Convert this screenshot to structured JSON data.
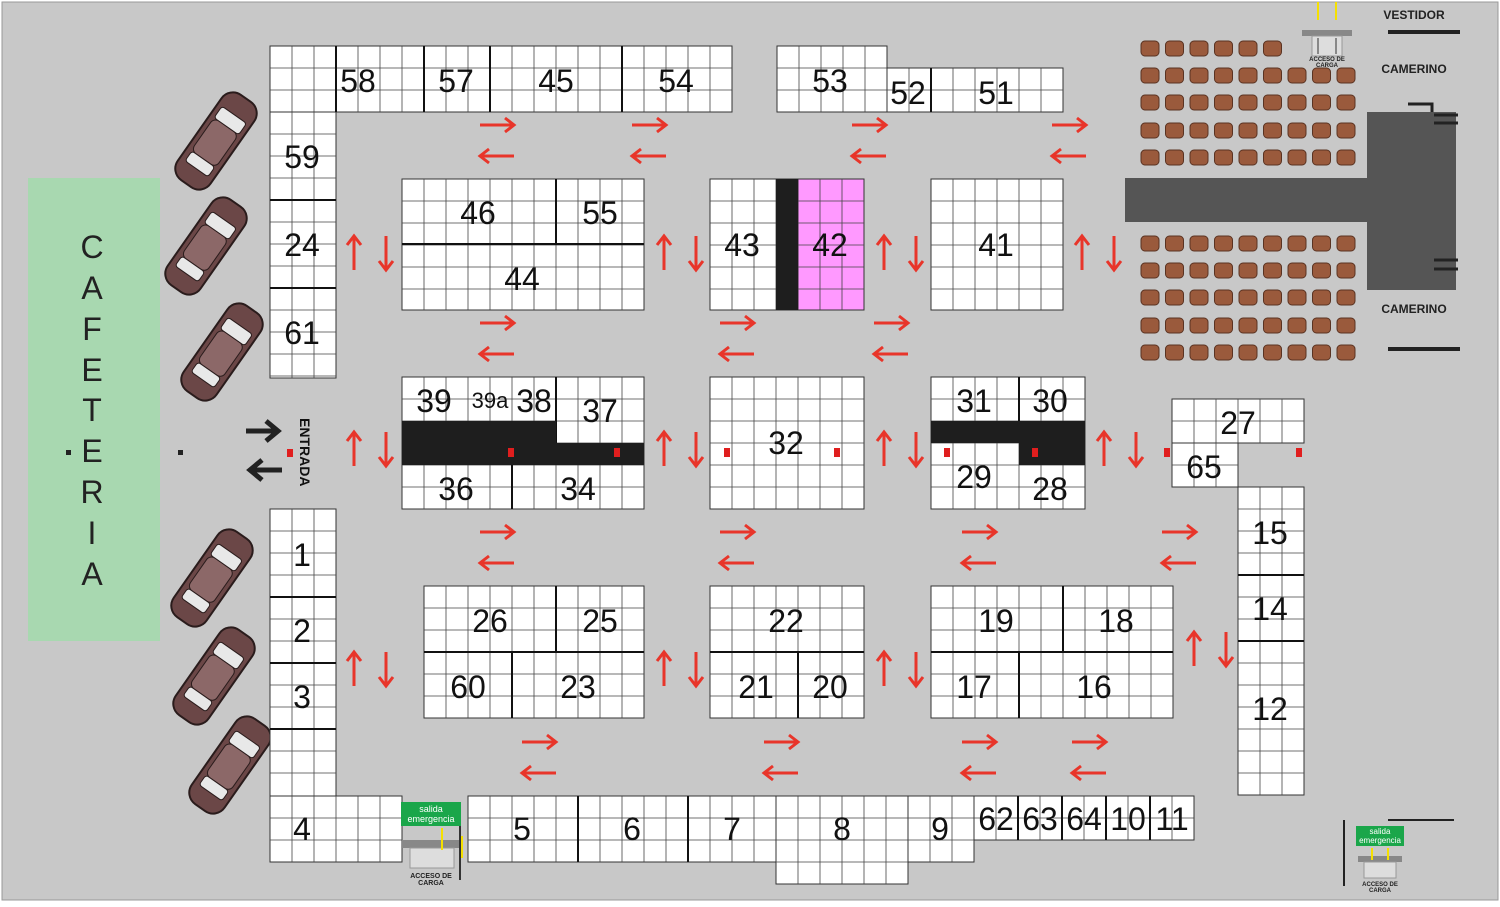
{
  "cafeteria": {
    "letters": [
      "C",
      "A",
      "F",
      "E",
      "T",
      "E",
      "R",
      "I",
      "A"
    ]
  },
  "entrance": {
    "label": "ENTRADA"
  },
  "labels": {
    "vestidor": "VESTIDOR",
    "camerino_top": "CAMERINO",
    "camerino_bottom": "CAMERINO",
    "salida": [
      "salida",
      "emergencia"
    ],
    "acceso": [
      "ACCESO DE",
      "CARGA"
    ]
  },
  "stands": {
    "s1": "1",
    "s2": "2",
    "s3": "3",
    "s4": "4",
    "s5": "5",
    "s6": "6",
    "s7": "7",
    "s8": "8",
    "s9": "9",
    "s10": "10",
    "s11": "11",
    "s12": "12",
    "s14": "14",
    "s15": "15",
    "s16": "16",
    "s17": "17",
    "s18": "18",
    "s19": "19",
    "s20": "20",
    "s21": "21",
    "s22": "22",
    "s23": "23",
    "s24": "24",
    "s25": "25",
    "s26": "26",
    "s27": "27",
    "s28": "28",
    "s29": "29",
    "s30": "30",
    "s31": "31",
    "s32": "32",
    "s34": "34",
    "s36": "36",
    "s37": "37",
    "s38": "38",
    "s39": "39",
    "s39a": "39a",
    "s41": "41",
    "s42": "42",
    "s43": "43",
    "s44": "44",
    "s45": "45",
    "s46": "46",
    "s51": "51",
    "s52": "52",
    "s53": "53",
    "s54": "54",
    "s55": "55",
    "s57": "57",
    "s58": "58",
    "s59": "59",
    "s60": "60",
    "s61": "61",
    "s62": "62",
    "s63": "63",
    "s64": "64",
    "s65": "65"
  },
  "colors": {
    "floor": "#c8c8c8",
    "cafeteria": "#a8d8b0",
    "highlight_stand": "#ff99ff",
    "arrow": "#e8352a",
    "seat": "#9a5a3c",
    "stage": "#555555",
    "exit_sign": "#1aa64a",
    "car": "#6b4747"
  }
}
